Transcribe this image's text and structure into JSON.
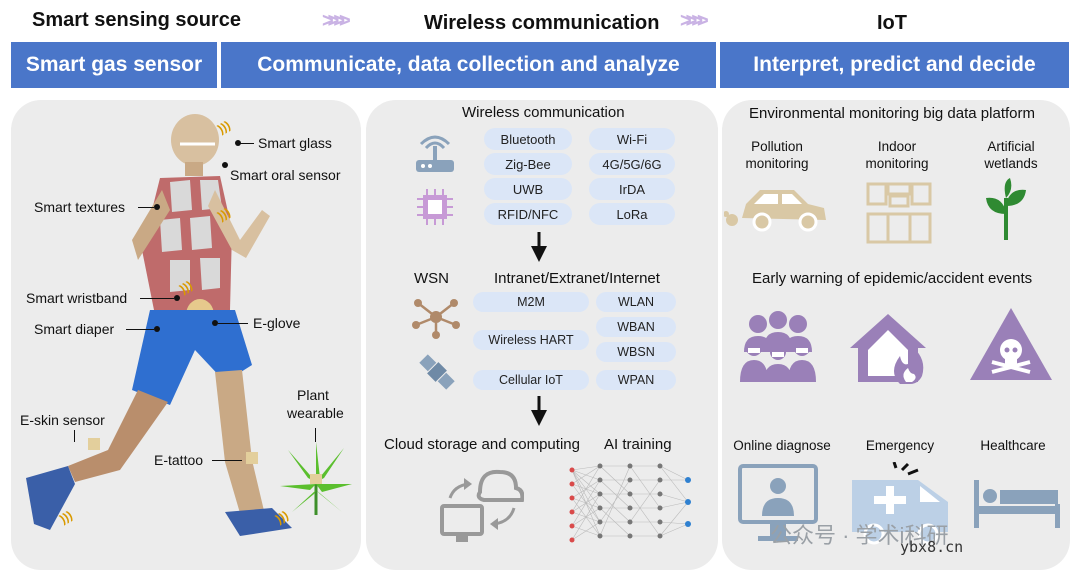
{
  "top": {
    "left_title": "Smart sensing source",
    "middle_title": "Wireless communication",
    "right_title": "IoT",
    "chevrons": ">>>>"
  },
  "headers": {
    "left": "Smart gas  sensor",
    "middle": "Communicate, data collection and analyze",
    "right": "Interpret, predict and decide"
  },
  "body_labels": {
    "smart_glass": "Smart glass",
    "smart_oral_sensor": "Smart oral sensor",
    "smart_textures": "Smart textures",
    "smart_wristband": "Smart wristband",
    "smart_diaper": "Smart diaper",
    "e_glove": "E-glove",
    "e_skin_sensor": "E-skin sensor",
    "e_tattoo": "E-tattoo",
    "plant_wearable_1": "Plant",
    "plant_wearable_2": "wearable"
  },
  "wireless": {
    "section_title": "Wireless communication",
    "protocols": [
      "Bluetooth",
      "Wi-Fi",
      "Zig-Bee",
      "4G/5G/6G",
      "UWB",
      "IrDA",
      "RFID/NFC",
      "LoRa"
    ],
    "wsn_label": "WSN",
    "network_title": "Intranet/Extranet/Internet",
    "network_left": [
      "M2M",
      "Wireless HART",
      "Cellular IoT"
    ],
    "network_right": [
      "WLAN",
      "WBAN",
      "WBSN",
      "WPAN"
    ],
    "cloud_title": "Cloud  storage and computing",
    "ai_title": "AI training"
  },
  "iot": {
    "platform_title": "Environmental monitoring big data platform",
    "monitoring": [
      {
        "line1": "Pollution",
        "line2": "monitoring"
      },
      {
        "line1": "Indoor",
        "line2": "monitoring"
      },
      {
        "line1": "Artificial",
        "line2": "wetlands"
      }
    ],
    "warning_title": "Early warning of epidemic/accident events",
    "services": [
      "Online diagnose",
      "Emergency",
      "Healthcare"
    ]
  },
  "watermark": {
    "text": "公众号 · 学术i科研",
    "site": "ybx8.cn"
  },
  "colors": {
    "header_blue": "#4a76c9",
    "pill_blue": "#dbe6f7",
    "icon_tan": "#d9c8a5",
    "icon_purple": "#9a80b8",
    "icon_green": "#2f8a32",
    "icon_grey_blue": "#8aa2bb"
  }
}
